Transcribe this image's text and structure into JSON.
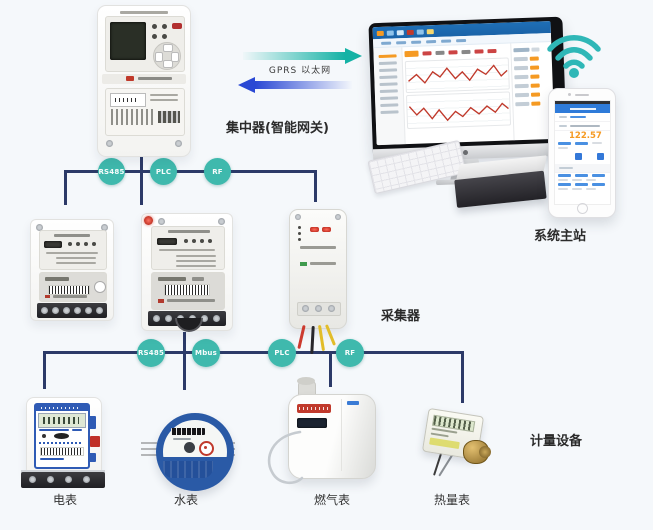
{
  "uplink": {
    "label": "GPRS  以太网"
  },
  "labels": {
    "concentrator": "集中器(智能网关)",
    "master": "系统主站",
    "collector": "采集器",
    "metering": "计量设备"
  },
  "tier1": [
    "RS485",
    "PLC",
    "RF"
  ],
  "tier2": [
    "RS485",
    "Mbus",
    "PLC",
    "RF"
  ],
  "meters": [
    "电表",
    "水表",
    "燃气表",
    "热量表"
  ],
  "phone": {
    "value": "122.57"
  },
  "colors": {
    "bus_line": "#2c3a68",
    "node_teal": "#3fb9ad",
    "arrow_teal": "#14b2a5",
    "arrow_blue": "#2a48d4",
    "wifi_teal": "#2fb7b7",
    "highlight_orange": "#f59a23"
  }
}
